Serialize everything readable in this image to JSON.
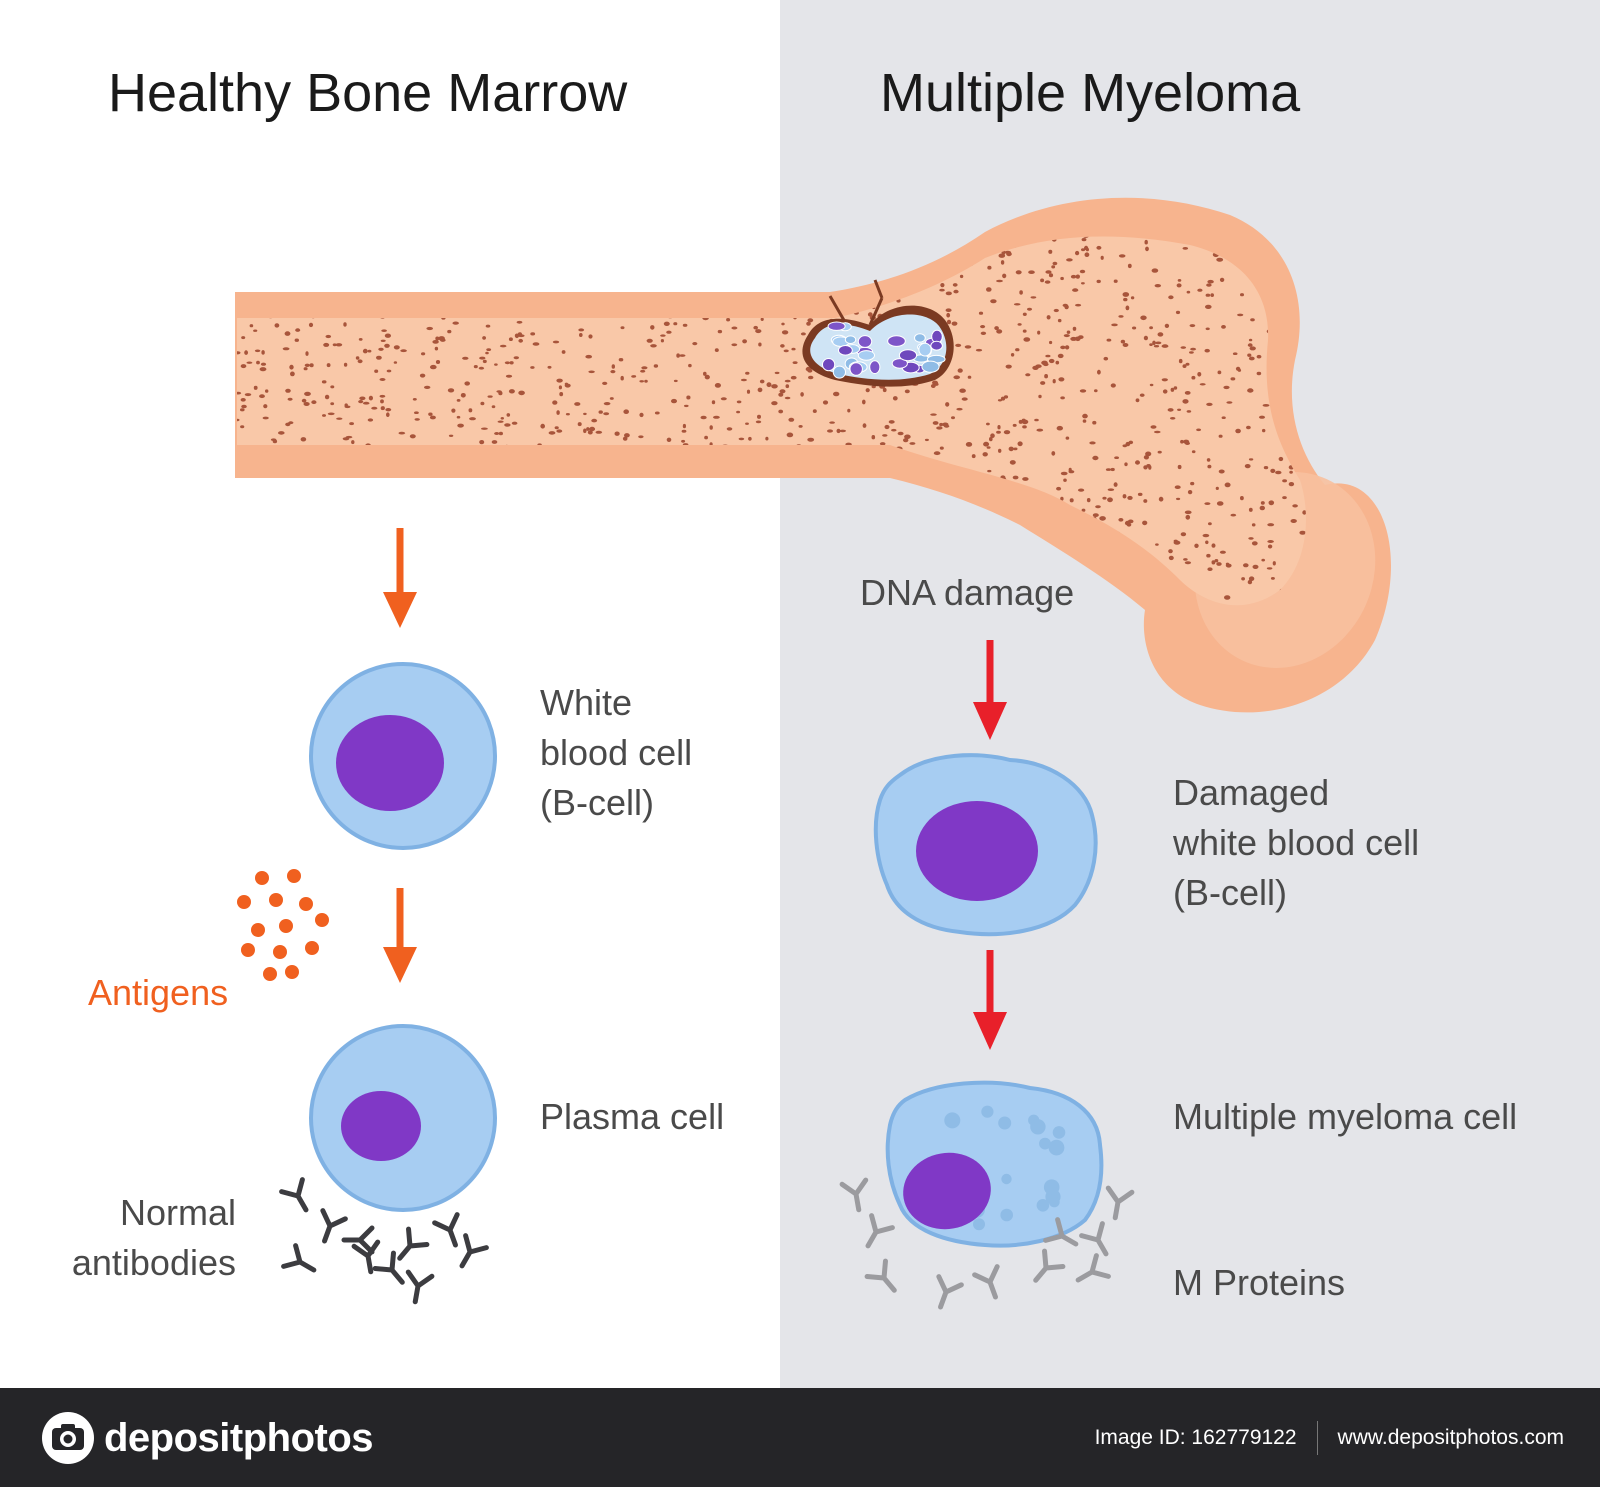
{
  "titles": {
    "healthy": "Healthy Bone Marrow",
    "myeloma": "Multiple Myeloma"
  },
  "healthy_labels": {
    "white_blood_cell": [
      "White",
      "blood cell",
      "(B-cell)"
    ],
    "antigens": "Antigens",
    "plasma_cell": "Plasma cell",
    "normal_antibodies": [
      "Normal",
      "antibodies"
    ]
  },
  "myeloma_labels": {
    "dna_damage": "DNA damage",
    "damaged_cell": [
      "Damaged",
      "white blood cell",
      "(B-cell)"
    ],
    "myeloma_cell": "Multiple myeloma cell",
    "m_proteins": "M Proteins"
  },
  "footer": {
    "brand": "depositphotos",
    "image_id": "Image ID: 162779122",
    "website": "www.depositphotos.com"
  },
  "colors": {
    "bone": "#f7b48e",
    "marrow": "#f9c8a8",
    "marrow_dots": "#a8553b",
    "cell_body": "#a7cdf2",
    "cell_border": "#7fb1e3",
    "nucleus": "#8038c6",
    "orange_arrow": "#f0601f",
    "red_arrow": "#e8202a",
    "antibody_dark": "#3c3c40",
    "antibody_grey": "#9b9b9f"
  }
}
